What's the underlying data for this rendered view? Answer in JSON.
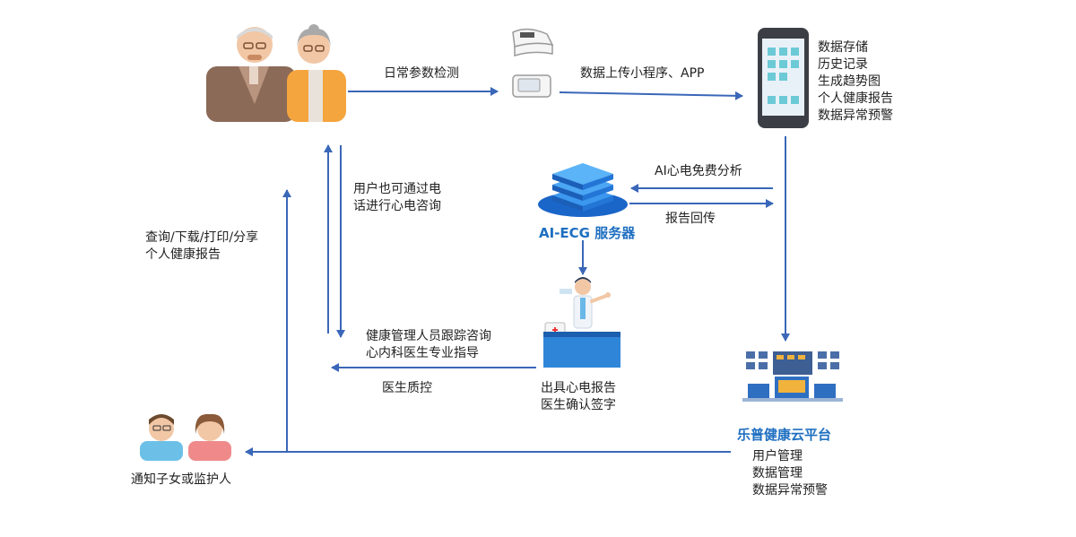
{
  "labels": {
    "daily_detection": "日常参数检测",
    "upload": "数据上传小程序、APP",
    "ai_free_analysis": "AI心电免费分析",
    "report_return": "报告回传",
    "server_name": "AI-ECG 服务器",
    "phone_consult_1": "用户也可通过电",
    "phone_consult_2": "话进行心电咨询",
    "query_1": "查询/下载/打印/分享",
    "query_2": "个人健康报告",
    "health_mgmt_1": "健康管理人员跟踪咨询",
    "health_mgmt_2": "心内科医生专业指导",
    "doctor_qc": "医生质控",
    "issue_report_1": "出具心电报告",
    "issue_report_2": "医生确认签字",
    "notify_family": "通知子女或监护人",
    "platform_name": "乐普健康云平台"
  },
  "phone_features": [
    "数据存储",
    "历史记录",
    "生成趋势图",
    "个人健康报告",
    "数据异常预警"
  ],
  "platform_features": [
    "用户管理",
    "数据管理",
    "数据异常预警"
  ],
  "colors": {
    "arrow": "#3a67b8",
    "accent_blue": "#1e6fc0",
    "server_blue": "#2a7fe0"
  }
}
